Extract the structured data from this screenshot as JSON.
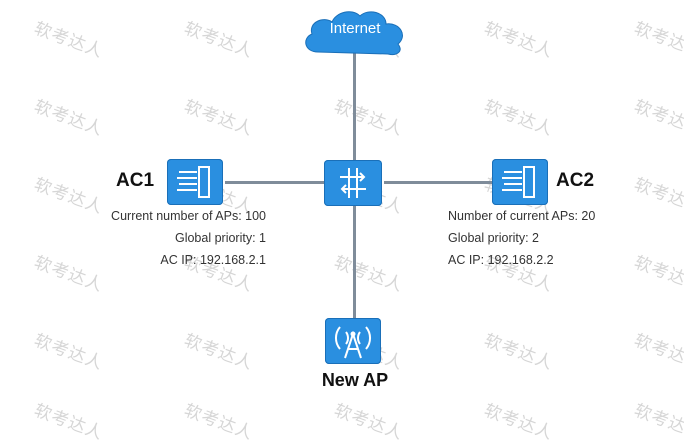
{
  "watermark": "软考达人",
  "internet": {
    "label": "Internet"
  },
  "ac1": {
    "name": "AC1",
    "details": [
      "Current number of APs: 100",
      "Global priority: 1",
      "AC IP: 192.168.2.1"
    ]
  },
  "ac2": {
    "name": "AC2",
    "details": [
      "Number of current APs: 20",
      "Global priority: 2",
      "AC IP: 192.168.2.2"
    ]
  },
  "new_ap": {
    "label": "New AP"
  },
  "colors": {
    "device": "#2a8fe0",
    "link": "#7f8c9a",
    "cloud": "#2a8fe0"
  },
  "icons": {
    "internet": "cloud-icon",
    "ac": "access-controller-icon",
    "switch": "switch-icon",
    "ap": "wireless-ap-icon"
  }
}
